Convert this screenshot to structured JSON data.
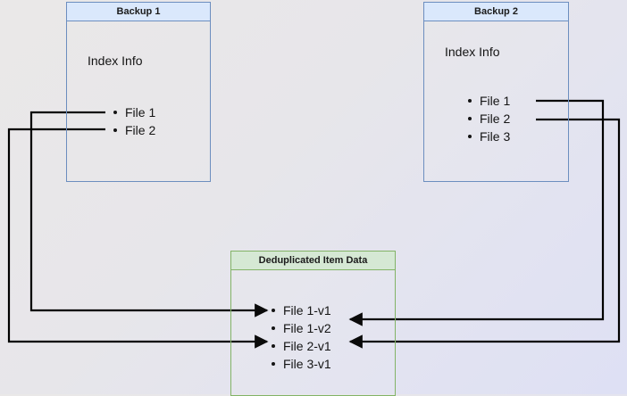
{
  "diagram": {
    "title": "Backup deduplication index diagram",
    "background_colors": {
      "top_left": "#eae8e8",
      "bottom_right": "#dee0f4"
    },
    "colors": {
      "blue_header": "#dae8fc",
      "blue_border": "#6c8ebf",
      "green_header": "#d5e8d4",
      "green_border": "#82b366",
      "edge": "#000000",
      "text": "#141414"
    }
  },
  "backup1": {
    "header": "Backup 1",
    "caption": "Index Info",
    "files": [
      {
        "label": "File 1"
      },
      {
        "label": "File 2"
      }
    ]
  },
  "backup2": {
    "header": "Backup 2",
    "caption": "Index Info",
    "files": [
      {
        "label": "File 1"
      },
      {
        "label": "File 2"
      },
      {
        "label": "File 3"
      }
    ]
  },
  "dedup": {
    "header": "Deduplicated Item Data",
    "items": [
      {
        "label": "File 1-v1"
      },
      {
        "label": "File 1-v2"
      },
      {
        "label": "File 2-v1"
      },
      {
        "label": "File 3-v1"
      }
    ]
  },
  "edges": [
    {
      "name": "backup1-file1-to-file1v1",
      "from": "Backup 1 / File 1",
      "to": "Deduplicated Item Data / File 1-v1",
      "direction": "left-route"
    },
    {
      "name": "backup1-file2-to-file2v1",
      "from": "Backup 1 / File 2",
      "to": "Deduplicated Item Data / File 2-v1",
      "direction": "left-route"
    },
    {
      "name": "backup2-file1-to-file1v2",
      "from": "Backup 2 / File 1",
      "to": "Deduplicated Item Data / File 1-v2",
      "direction": "right-route"
    },
    {
      "name": "backup2-file2-to-file2v1",
      "from": "Backup 2 / File 2",
      "to": "Deduplicated Item Data / File 2-v1",
      "direction": "right-route"
    }
  ]
}
